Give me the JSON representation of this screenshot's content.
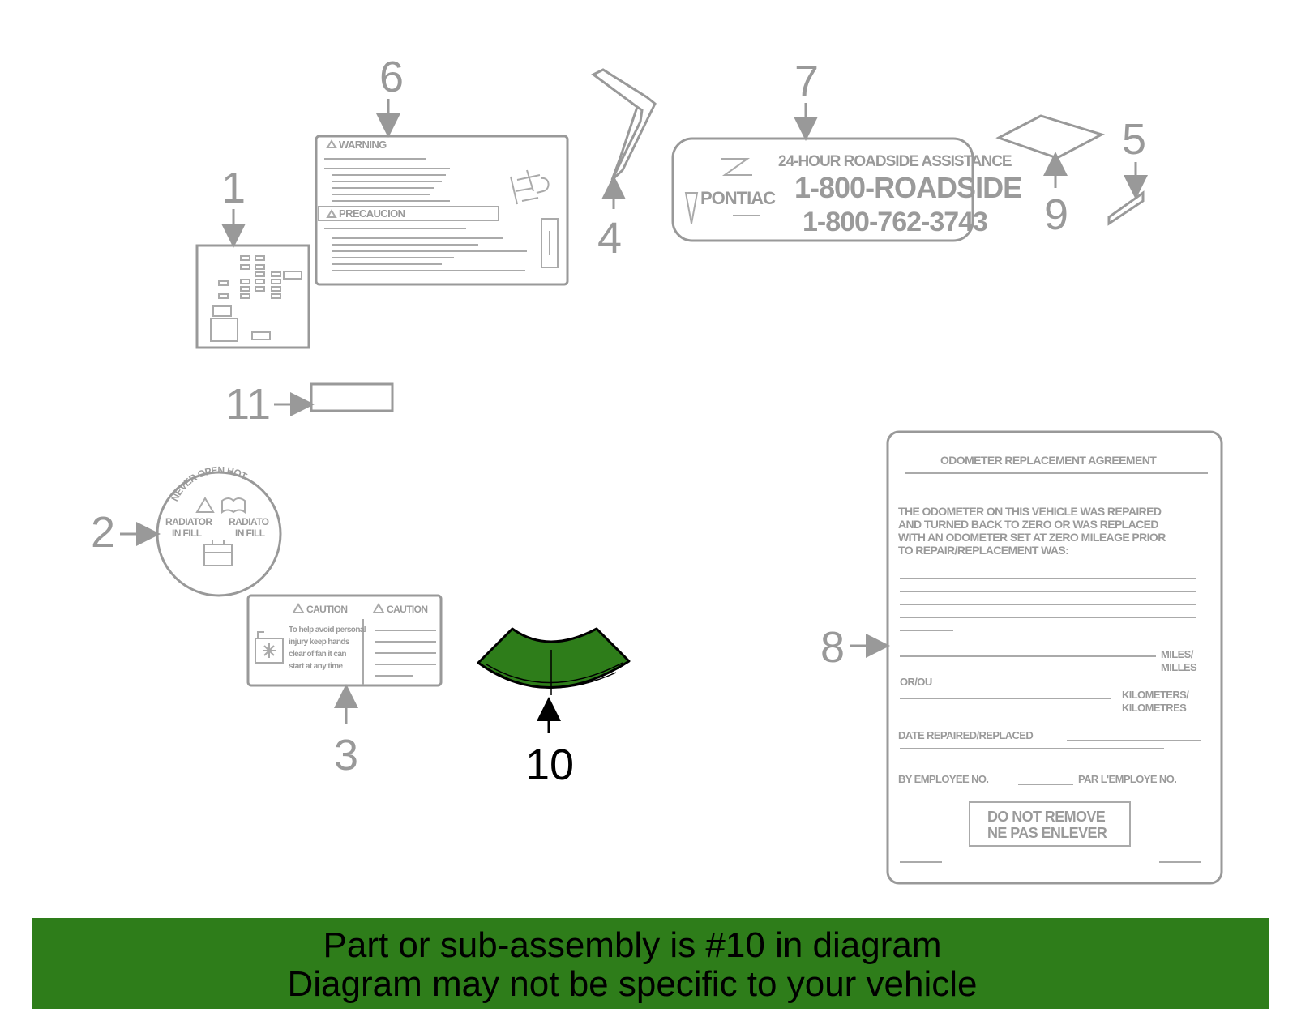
{
  "callouts": [
    "1",
    "2",
    "3",
    "4",
    "5",
    "6",
    "7",
    "8",
    "9",
    "10",
    "11"
  ],
  "label6": {
    "warning": "WARNING",
    "precaucion": "PRECAUCION"
  },
  "label7": {
    "brand": "PONTIAC",
    "line1": "24-HOUR ROADSIDE ASSISTANCE",
    "line2": "1-800-ROADSIDE",
    "line3": "1-800-762-3743"
  },
  "label2": {
    "arc_text": "NEVER OPEN HOT",
    "left_text": [
      "RADIATOR",
      "IN FILL"
    ],
    "right_text": [
      "RADIATO",
      "IN FILL"
    ]
  },
  "label3": {
    "caution_left": "CAUTION",
    "caution_right": "CAUTION",
    "body": [
      "To help avoid personal",
      "injury keep hands",
      "clear of fan it can",
      "start at any time"
    ]
  },
  "label8": {
    "title": "ODOMETER REPLACEMENT AGREEMENT",
    "paragraph": [
      "THE ODOMETER ON THIS VEHICLE WAS REPAIRED",
      "AND TURNED BACK TO ZERO OR WAS REPLACED",
      "WITH AN ODOMETER SET AT ZERO MILEAGE PRIOR",
      "TO REPAIR/REPLACEMENT WAS:"
    ],
    "miles": [
      "MILES/",
      "MILLES"
    ],
    "oror": "OR/OU",
    "km": [
      "KILOMETERS/",
      "KILOMETRES"
    ],
    "date": "DATE REPAIRED/REPLACED",
    "by": "BY EMPLOYEE NO.",
    "par": "PAR L'EMPLOYE NO.",
    "box": [
      "DO NOT REMOVE",
      "NE PAS ENLEVER"
    ]
  },
  "banner": {
    "line1": "Part or sub-assembly is #10 in diagram",
    "line2": "Diagram may not be specific to your vehicle"
  },
  "colors": {
    "highlight": "#2e7d1a",
    "outline": "#999999",
    "banner": "#2e7d1a"
  }
}
